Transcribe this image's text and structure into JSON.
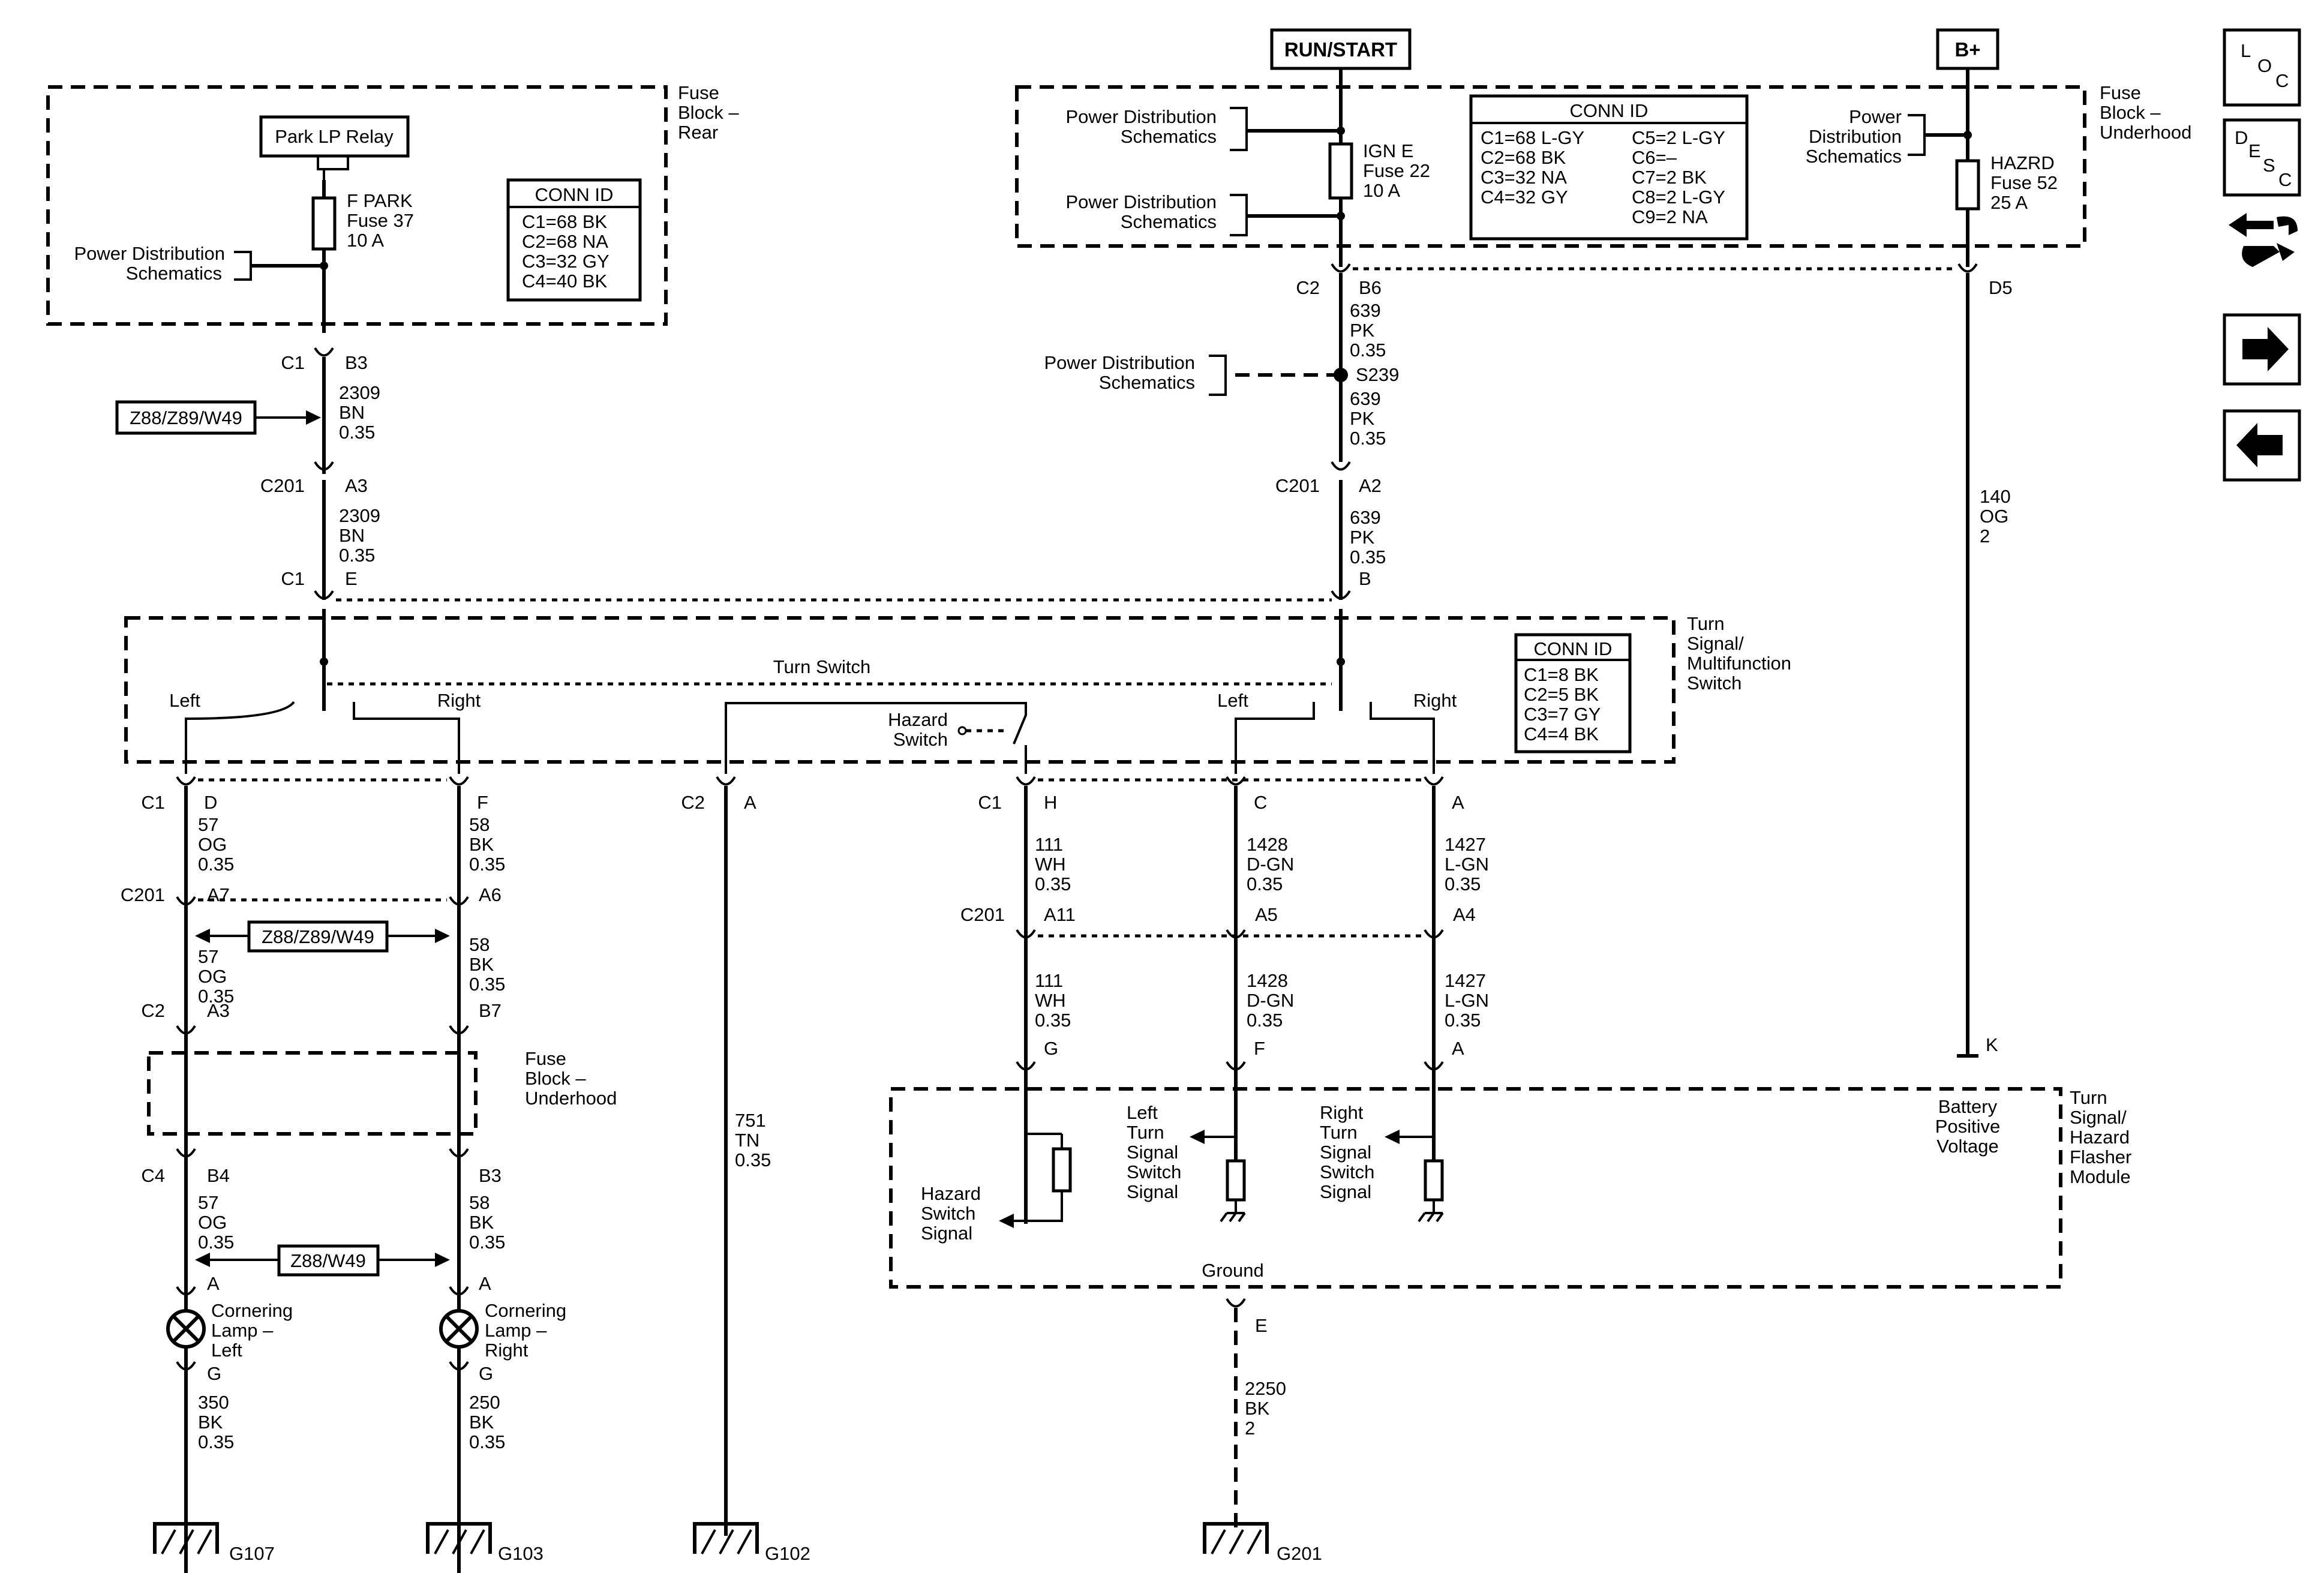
{
  "top_labels": {
    "run_start": "RUN/START",
    "b_plus": "B+"
  },
  "blocks": {
    "fuse_block_rear": [
      "Fuse",
      "Block –",
      "Rear"
    ],
    "fuse_block_underhood_top": [
      "Fuse",
      "Block –",
      "Underhood"
    ],
    "turn_signal_switch": [
      "Turn",
      "Signal/",
      "Multifunction",
      "Switch"
    ],
    "fuse_block_underhood_mid": [
      "Fuse",
      "Block –",
      "Underhood"
    ],
    "flasher_module": [
      "Turn",
      "Signal/",
      "Hazard",
      "Flasher",
      "Module"
    ]
  },
  "components": {
    "park_relay": "Park LP Relay",
    "f_park_fuse": [
      "F PARK",
      "Fuse 37",
      "10 A"
    ],
    "ign_e_fuse": [
      "IGN E",
      "Fuse 22",
      "10 A"
    ],
    "hazrd_fuse": [
      "HAZRD",
      "Fuse 52",
      "25 A"
    ],
    "splice": "S239",
    "cornering_left": [
      "Cornering",
      "Lamp –",
      "Left"
    ],
    "cornering_right": [
      "Cornering",
      "Lamp –",
      "Right"
    ],
    "turn_switch": "Turn Switch",
    "hazard_switch": [
      "Hazard",
      "Switch"
    ],
    "hazard_switch_signal": [
      "Hazard",
      "Switch",
      "Signal"
    ],
    "left_turn_signal": [
      "Left",
      "Turn",
      "Signal",
      "Switch",
      "Signal"
    ],
    "right_turn_signal": [
      "Right",
      "Turn",
      "Signal",
      "Switch",
      "Signal"
    ],
    "battery_positive": [
      "Battery",
      "Positive",
      "Voltage"
    ],
    "ground_label": "Ground",
    "left": "Left",
    "right": "Right"
  },
  "power_dist": [
    "Power Distribution",
    "Schematics"
  ],
  "power_dist_ub": [
    "Power",
    "Distribution",
    "Schematics"
  ],
  "options": {
    "z88_z89_w49": "Z88/Z89/W49",
    "z88_w49": "Z88/W49"
  },
  "conn_ids": {
    "rear": {
      "title": "CONN ID",
      "rows": [
        "C1=68 BK",
        "C2=68 NA",
        "C3=32 GY",
        "C4=40 BK"
      ]
    },
    "underhood": {
      "title": "CONN ID",
      "col1": [
        "C1=68 L-GY",
        "C2=68 BK",
        "C3=32 NA",
        "C4=32 GY"
      ],
      "col2": [
        "C5=2 L-GY",
        "C6=–",
        "C7=2 BK",
        "C8=2 L-GY",
        "C9=2 NA"
      ]
    },
    "switch": {
      "title": "CONN ID",
      "rows": [
        "C1=8 BK",
        "C2=5 BK",
        "C3=7 GY",
        "C4=4 BK"
      ]
    }
  },
  "wires": {
    "w2309": [
      "2309",
      "BN",
      "0.35"
    ],
    "w639": [
      "639",
      "PK",
      "0.35"
    ],
    "w140": [
      "140",
      "OG",
      "2"
    ],
    "w57": [
      "57",
      "OG",
      "0.35"
    ],
    "w58": [
      "58",
      "BK",
      "0.35"
    ],
    "w751": [
      "751",
      "TN",
      "0.35"
    ],
    "w111": [
      "111",
      "WH",
      "0.35"
    ],
    "w1428": [
      "1428",
      "D-GN",
      "0.35"
    ],
    "w1427": [
      "1427",
      "L-GN",
      "0.35"
    ],
    "w350": [
      "350",
      "BK",
      "0.35"
    ],
    "w250": [
      "250",
      "BK",
      "0.35"
    ],
    "w2250": [
      "2250",
      "BK",
      "2"
    ]
  },
  "connectors": {
    "c1": "C1",
    "c2": "C2",
    "c4": "C4",
    "c201": "C201",
    "b3": "B3",
    "a3": "A3",
    "e": "E",
    "b6": "B6",
    "a2": "A2",
    "b": "B",
    "d5": "D5",
    "d": "D",
    "f": "F",
    "a": "A",
    "h": "H",
    "c": "C",
    "a7": "A7",
    "a6": "A6",
    "a11": "A11",
    "a5": "A5",
    "a4": "A4",
    "b7": "B7",
    "g": "G",
    "k": "K",
    "b4": "B4"
  },
  "grounds": {
    "g107": "G107",
    "g103": "G103",
    "g102": "G102",
    "g201": "G201"
  },
  "nav": {
    "loc": [
      "L",
      "O",
      "C"
    ],
    "desc": [
      "D",
      "E",
      "S",
      "C"
    ]
  }
}
